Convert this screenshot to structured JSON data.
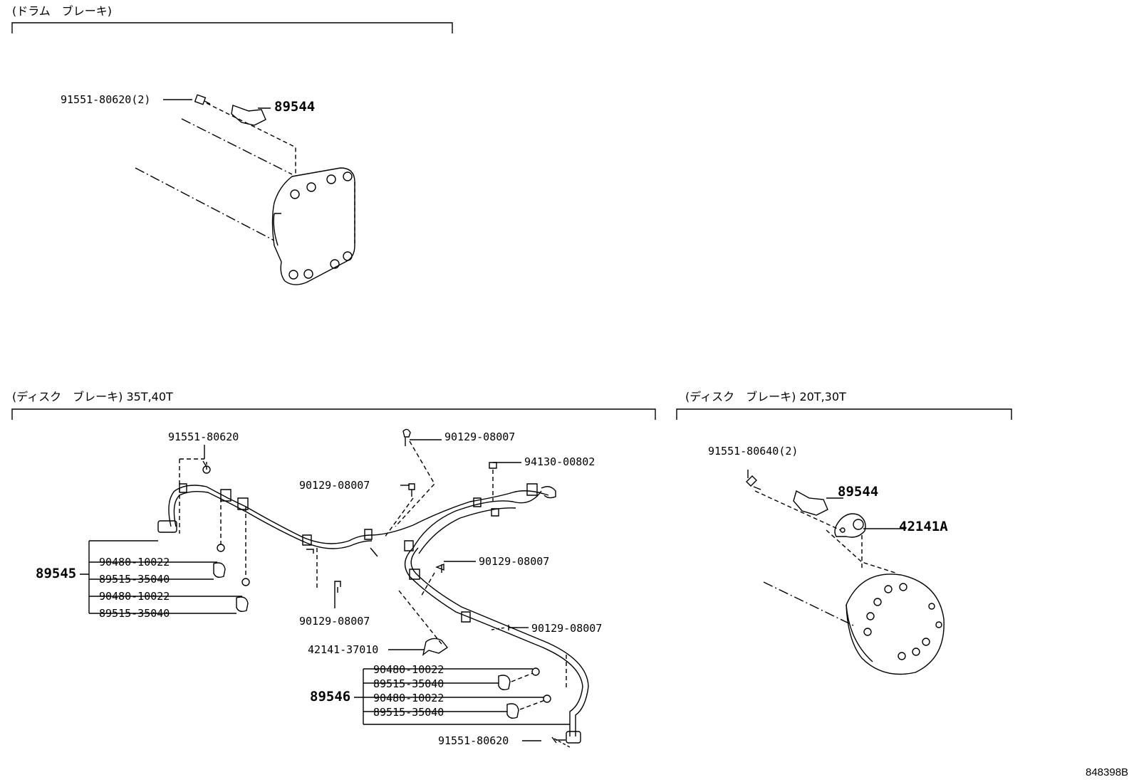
{
  "sections": {
    "drum": {
      "title": "(ドラム　ブレーキ)"
    },
    "disc_35_40": {
      "title": "(ディスク　ブレーキ) 35T,40T"
    },
    "disc_20_30": {
      "title": "(ディスク　ブレーキ) 20T,30T"
    }
  },
  "labels": {
    "drum_bolt": "91551-80620(2)",
    "drum_sensor": "89544",
    "l_bolt_top": "91551-80620",
    "l_bolt_90129_a": "90129-08007",
    "l_bolt_90129_b": "90129-08007",
    "l_nut_94130": "94130-00802",
    "l_bolt_90129_c": "90129-08007",
    "l_bolt_90129_d": "90129-08007",
    "l_bolt_90129_e": "90129-08007",
    "l_bracket_42141": "42141-37010",
    "l_wire_89545": "89545",
    "l_89545_c1": "90480-10022",
    "l_89545_c2": "89515-35040",
    "l_89545_c3": "90480-10022",
    "l_89545_c4": "89515-35040",
    "l_wire_89546": "89546",
    "l_89546_c1": "90480-10022",
    "l_89546_c2": "89515-35040",
    "l_89546_c3": "90480-10022",
    "l_89546_c4": "89515-35040",
    "l_bolt_bottom": "91551-80620",
    "r_bolt": "91551-80640(2)",
    "r_sensor": "89544",
    "r_rotor": "42141A"
  },
  "figure_code": "848398B"
}
